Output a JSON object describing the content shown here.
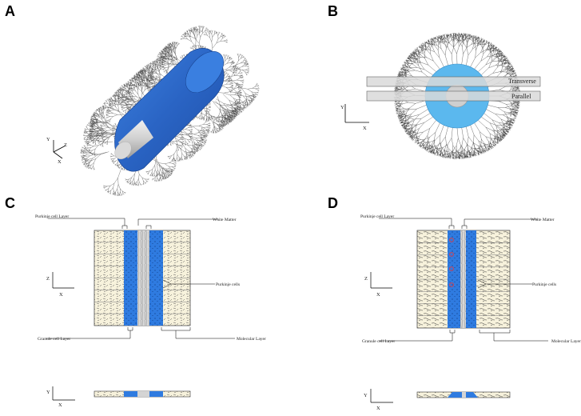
{
  "panels": {
    "a": {
      "letter": "A",
      "axes": {
        "x": "X",
        "y": "Y",
        "z": "Z"
      }
    },
    "b": {
      "letter": "B",
      "axes": {
        "x": "X",
        "y": "Y"
      },
      "labels": {
        "transverse": "Transverse",
        "parallel": "Parallel"
      }
    },
    "c": {
      "letter": "C",
      "axes_side": {
        "x": "X",
        "z": "Z"
      },
      "axes_bottom": {
        "x": "X",
        "y": "Y"
      },
      "labels": {
        "purkinje_layer": "Purkinje cell Layer",
        "white_matter": "White Matter",
        "purkinje_cells": "Purkinje cells",
        "granule_layer": "Granule cell Layer",
        "molecular_layer": "Molecular Layer"
      }
    },
    "d": {
      "letter": "D",
      "axes_side": {
        "x": "X",
        "z": "Z"
      },
      "axes_bottom": {
        "x": "X",
        "y": "Y"
      },
      "labels": {
        "purkinje_layer": "Purkinje cell Layer",
        "white_matter": "White Matter",
        "purkinje_cells": "Purkinje cells",
        "granule_layer": "Granule cell Layer",
        "molecular_layer": "Molecular Layer"
      }
    }
  },
  "colors": {
    "blue": "#2f6fd0",
    "light_blue": "#5bb8ee",
    "cream": "#f7f2dc",
    "grey": "#c8c8c8",
    "dendrite": "#333333",
    "purkinje_red": "#d04050"
  }
}
